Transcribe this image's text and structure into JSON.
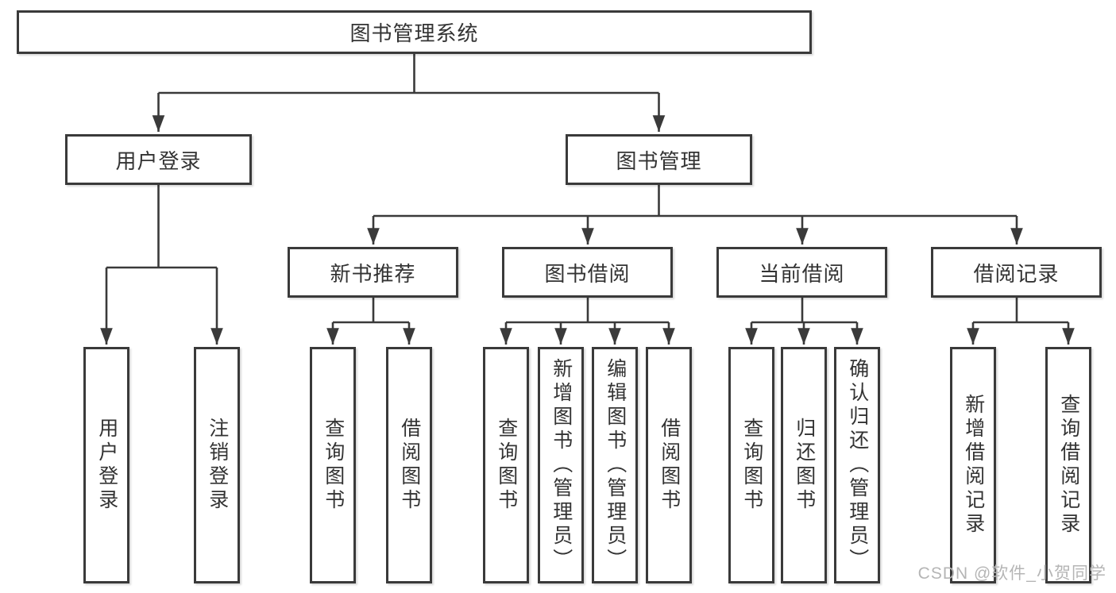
{
  "diagram": {
    "root": "图书管理系统",
    "user_login": {
      "label": "用户登录",
      "children": [
        "用户登录",
        "注销登录"
      ]
    },
    "book_management": {
      "label": "图书管理",
      "sections": [
        {
          "label": "新书推荐",
          "children": [
            "查询图书",
            "借阅图书"
          ]
        },
        {
          "label": "图书借阅",
          "children": [
            "查询图书",
            "新增图书（管理员）",
            "编辑图书（管理员）",
            "借阅图书"
          ]
        },
        {
          "label": "当前借阅",
          "children": [
            "查询图书",
            "归还图书",
            "确认归还（管理员）"
          ]
        },
        {
          "label": "借阅记录",
          "children": [
            "新增借阅记录",
            "查询借阅记录"
          ]
        }
      ]
    },
    "watermark": "CSDN @软件_小贺同学",
    "colors": {
      "line": "#3a3a3a",
      "box_border": "#3a3a3a",
      "text": "#333333",
      "watermark": "#b5b5b5",
      "background": "#ffffff"
    }
  }
}
